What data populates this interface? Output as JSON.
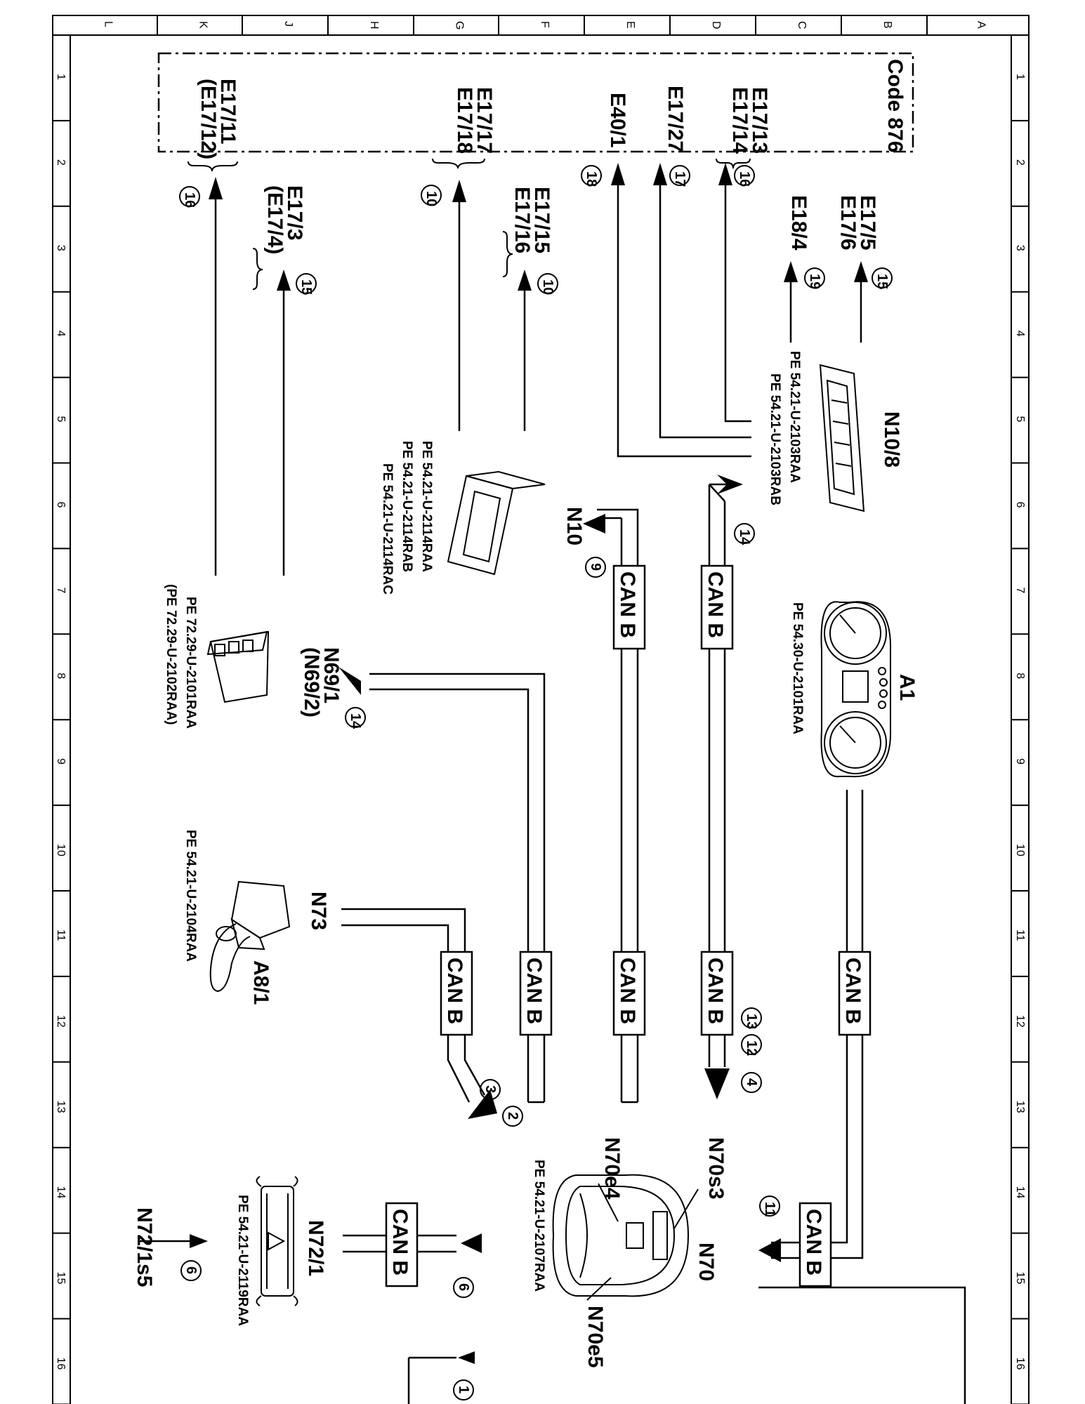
{
  "grid": {
    "letters": [
      "L",
      "K",
      "J",
      "H",
      "G",
      "F",
      "E",
      "D",
      "C",
      "B",
      "A"
    ],
    "numbers": [
      "1",
      "2",
      "3",
      "4",
      "5",
      "6",
      "7",
      "8",
      "9",
      "10",
      "11",
      "12",
      "13",
      "14",
      "15",
      "16"
    ]
  },
  "code_box": {
    "title": "Code 876",
    "groups": [
      {
        "lines": [
          "E17/13",
          "E17/14"
        ],
        "number": "16"
      },
      {
        "lines": [
          "E17/27"
        ],
        "number": "17"
      },
      {
        "lines": [
          "E40/1"
        ],
        "number": "18"
      },
      {
        "lines": [
          "E17/17",
          "E17/18"
        ],
        "number": "10"
      },
      {
        "lines": [
          "E17/11",
          "(E17/12)"
        ],
        "number": "16"
      }
    ]
  },
  "outputs": [
    {
      "lines": [
        "E17/5",
        "E17/6"
      ],
      "number": "15"
    },
    {
      "lines": [
        "E18/4"
      ],
      "number": "19"
    },
    {
      "lines": [
        "E17/15",
        "E17/16"
      ],
      "number": "10"
    },
    {
      "lines": [
        "E17/3",
        "(E17/4)"
      ],
      "number": "15"
    }
  ],
  "components": {
    "n10_8": {
      "label": "N10/8",
      "refs": [
        "PE 54.21-U-2103RAA",
        "PE 54.21-U-2103RAB"
      ]
    },
    "n10": {
      "label": "N10",
      "refs": [
        "PE 54.21-U-2114RAA",
        "PE 54.21-U-2114RAB",
        "PE 54.21-U-2114RAC"
      ]
    },
    "a1": {
      "label": "A1",
      "refs": [
        "PE 54.30-U-2101RAA"
      ]
    },
    "n69": {
      "lines": [
        "N69/1",
        "(N69/2)"
      ],
      "refs": [
        "PE 72.29-U-2101RAA",
        "(PE 72.29-U-2102RAA)"
      ]
    },
    "n73": {
      "label": "N73",
      "sub": "A8/1",
      "refs": [
        "PE 54.21-U-2104RAA"
      ]
    },
    "n70": {
      "label": "N70",
      "parts": [
        "N70s3",
        "N70e4",
        "N70e5"
      ],
      "refs": [
        "PE 54.21-U-2107RAA"
      ]
    },
    "n72_1": {
      "label": "N72/1",
      "refs": [
        "PE 54.21-U-2119RAA"
      ]
    },
    "n72_1s5": {
      "label": "N72/1s5"
    }
  },
  "bus": {
    "label": "CAN B"
  },
  "markers": {
    "m14a": "14",
    "m9": "9",
    "m14b": "14",
    "m11": "11",
    "m13": "13",
    "m12": "12",
    "m4": "4",
    "m3": "3",
    "m2": "2",
    "m6a": "6",
    "m6b": "6",
    "m1": "1"
  }
}
